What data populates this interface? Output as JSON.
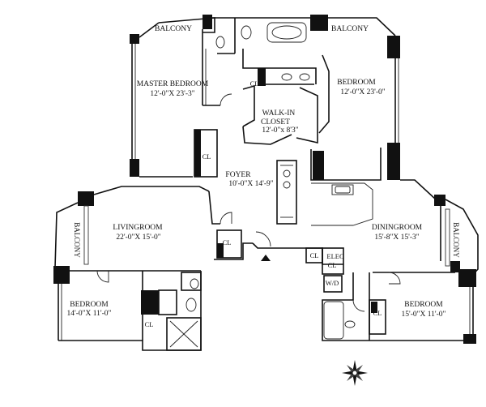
{
  "labels": {
    "balcony_top_left": "BALCONY",
    "balcony_top_right": "BALCONY",
    "balcony_left": "BALCONY",
    "balcony_right": "BALCONY",
    "master_bedroom_name": "MASTER BEDROOM",
    "master_bedroom_dim": "12'-0\"X 23'-3\"",
    "bedroom_ne_name": "BEDROOM",
    "bedroom_ne_dim": "12'-0\"X 23'-0\"",
    "walkin_closet_name_1": "WALK-IN",
    "walkin_closet_name_2": "CLOSET",
    "walkin_closet_dim": "12'-0\"x 8'3\"",
    "foyer_name": "FOYER",
    "foyer_dim": "10'-0\"X 14'-9\"",
    "living_room_name": "LIVINGROOM",
    "living_room_dim": "22'-0\"X 15'-0\"",
    "dining_room_name": "DININGROOM",
    "dining_room_dim": "15'-8\"X 15'-3\"",
    "bedroom_sw_name": "BEDROOM",
    "bedroom_sw_dim": "14'-0\"X 11'-0\"",
    "bedroom_se_name": "BEDROOM",
    "bedroom_se_dim": "15'-0\"X 11'-0\"",
    "cl_master": "CL",
    "cl_foyer_upper": "CL",
    "cl_foyer_lower": "CL",
    "cl_bedroom_sw": "CL",
    "cl_dining_a": "CL",
    "cl_dining_b": "CL",
    "cl_bedroom_se": "CL",
    "elec": "ELEC",
    "washer_dryer": "W/D"
  }
}
